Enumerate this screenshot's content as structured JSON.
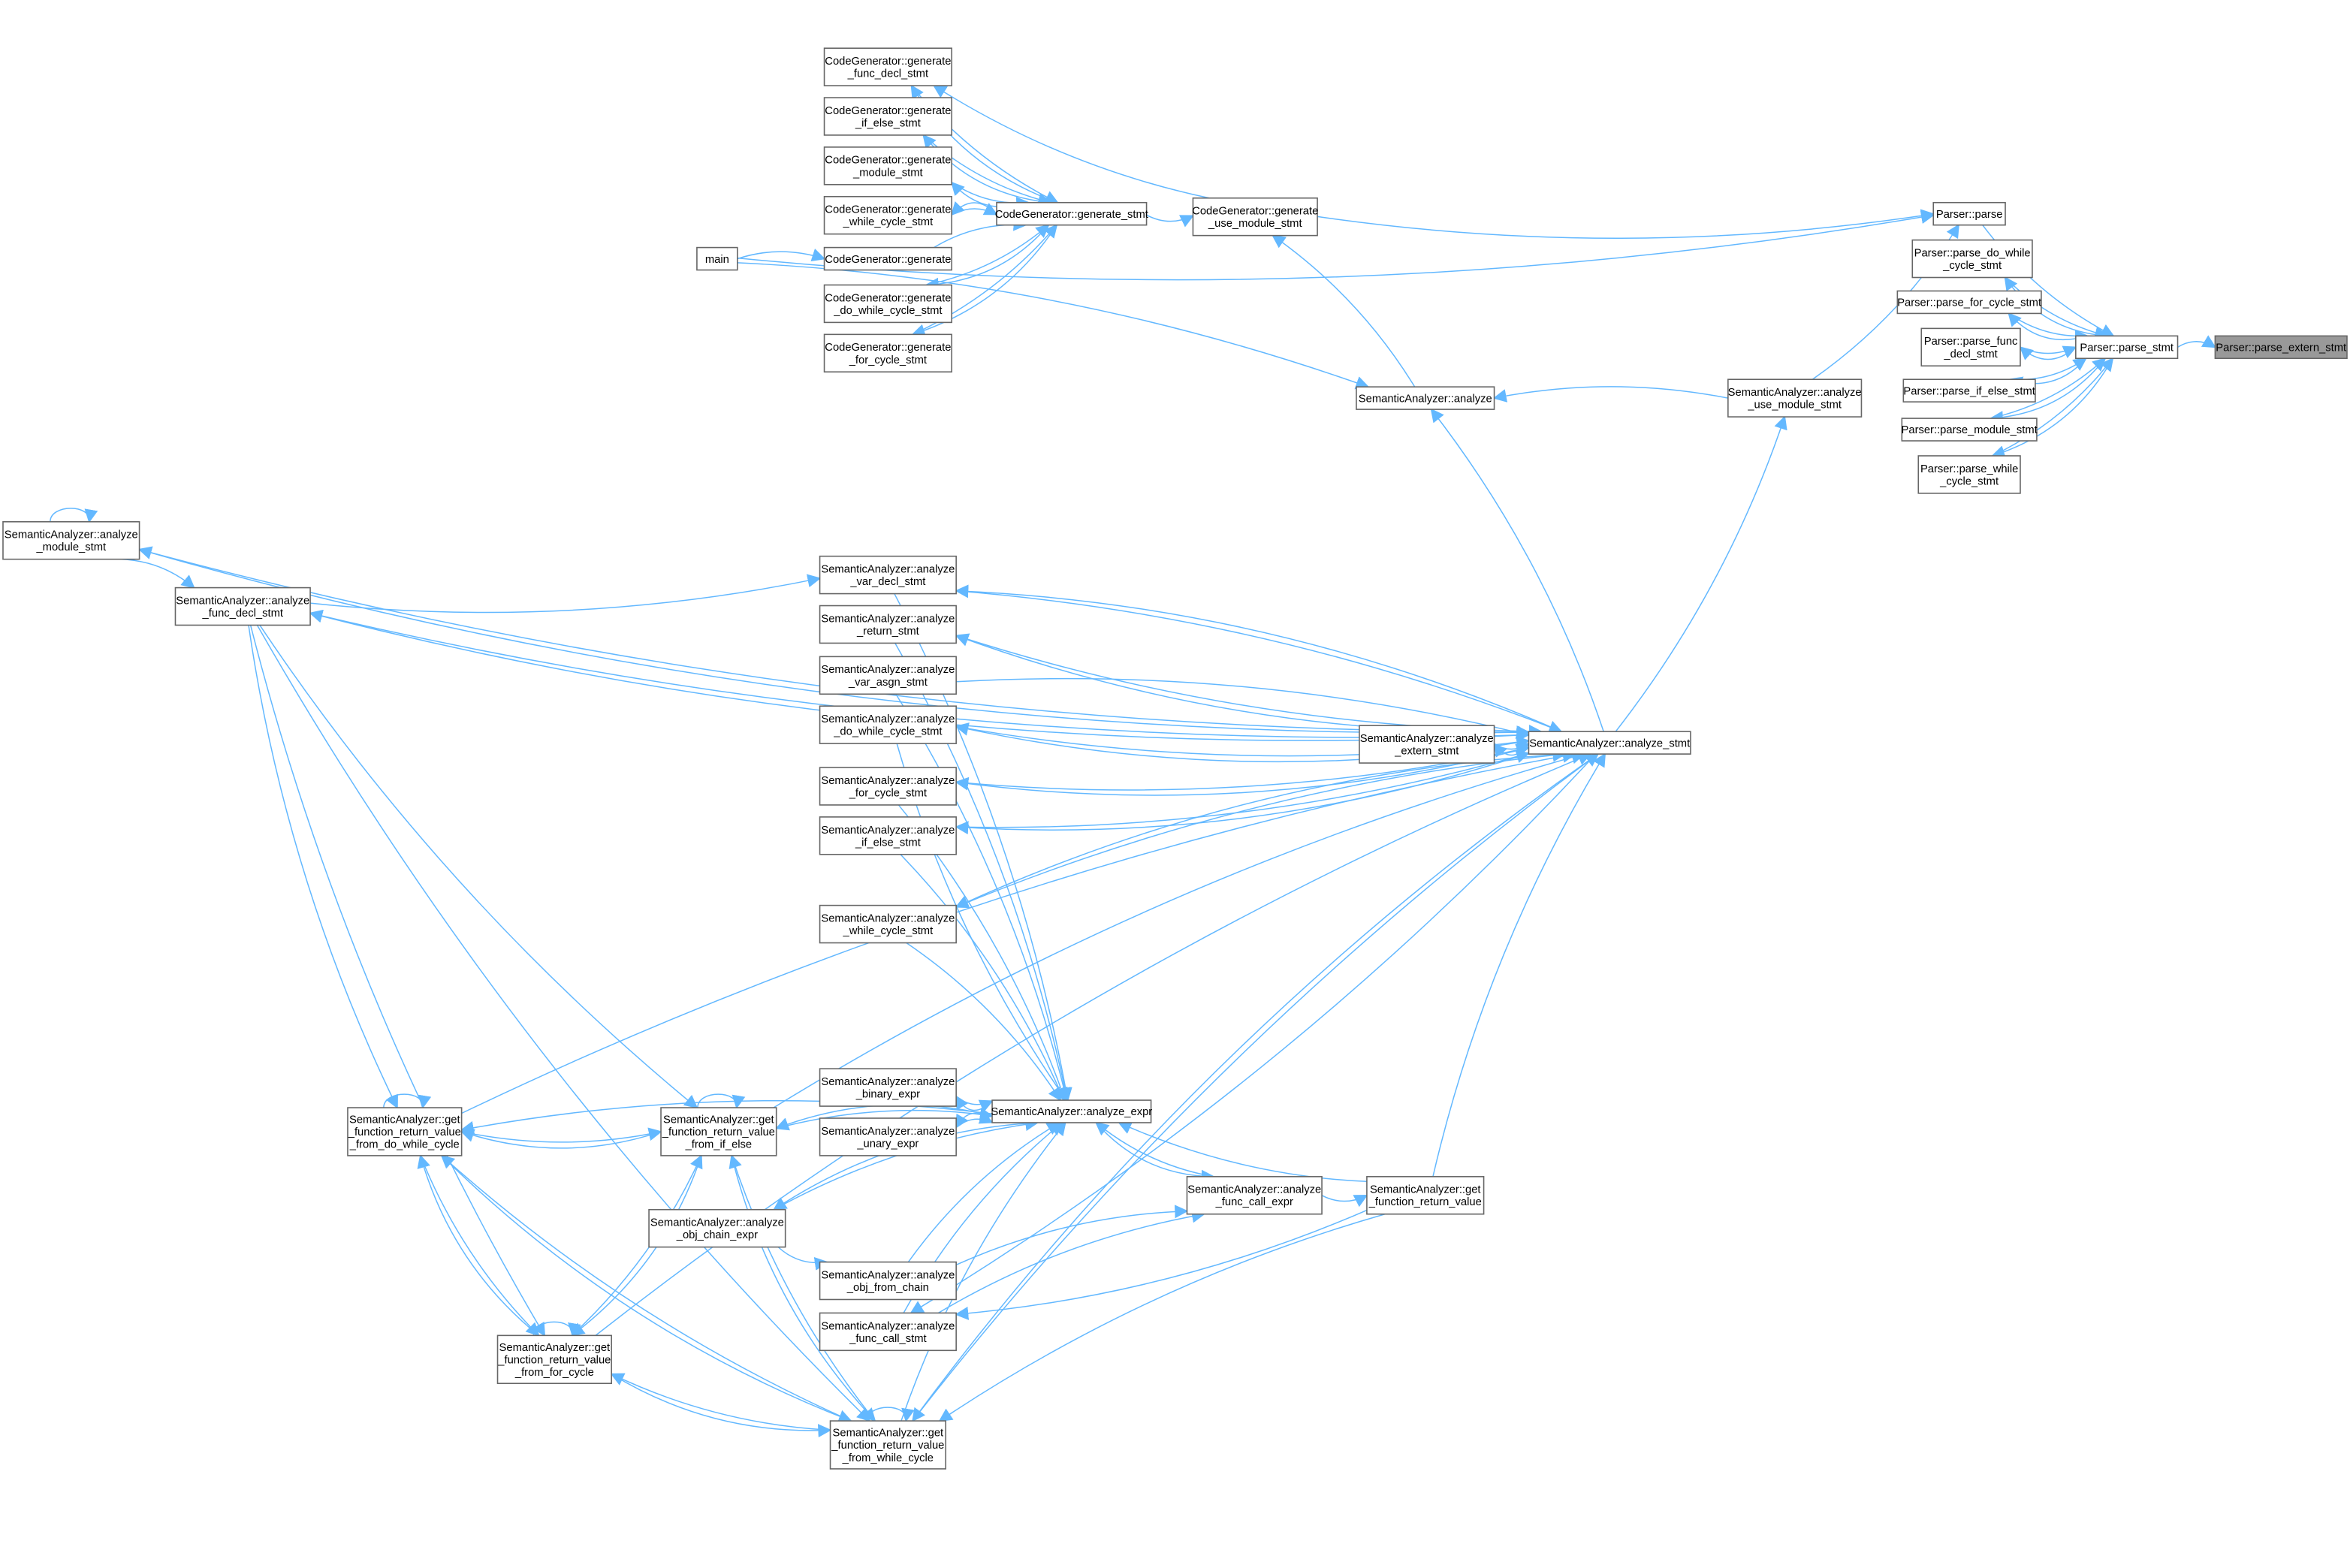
{
  "title": "Parser::parse_extern_stmt caller graph",
  "colors": {
    "edge": "#63b8ff",
    "focus_fill": "#999999",
    "node_border": "#666666"
  },
  "nodes": [
    {
      "id": "extern",
      "label": [
        "Parser::parse_extern_stmt"
      ],
      "focus": true
    },
    {
      "id": "parse_stmt",
      "label": [
        "Parser::parse_stmt"
      ]
    },
    {
      "id": "parse",
      "label": [
        "Parser::parse"
      ]
    },
    {
      "id": "p_do_while",
      "label": [
        "Parser::parse_do_while",
        "_cycle_stmt"
      ]
    },
    {
      "id": "p_for",
      "label": [
        "Parser::parse_for_cycle_stmt"
      ]
    },
    {
      "id": "p_func",
      "label": [
        "Parser::parse_func",
        "_decl_stmt"
      ]
    },
    {
      "id": "p_if",
      "label": [
        "Parser::parse_if_else_stmt"
      ]
    },
    {
      "id": "p_module",
      "label": [
        "Parser::parse_module_stmt"
      ]
    },
    {
      "id": "p_while",
      "label": [
        "Parser::parse_while",
        "_cycle_stmt"
      ]
    },
    {
      "id": "a_use_module",
      "label": [
        "SemanticAnalyzer::analyze",
        "_use_module_stmt"
      ]
    },
    {
      "id": "analyze",
      "label": [
        "SemanticAnalyzer::analyze"
      ]
    },
    {
      "id": "g_use_module",
      "label": [
        "CodeGenerator::generate",
        "_use_module_stmt"
      ]
    },
    {
      "id": "g_stmt",
      "label": [
        "CodeGenerator::generate_stmt"
      ]
    },
    {
      "id": "g_func",
      "label": [
        "CodeGenerator::generate",
        "_func_decl_stmt"
      ]
    },
    {
      "id": "g_if",
      "label": [
        "CodeGenerator::generate",
        "_if_else_stmt"
      ]
    },
    {
      "id": "g_module",
      "label": [
        "CodeGenerator::generate",
        "_module_stmt"
      ]
    },
    {
      "id": "g_while",
      "label": [
        "CodeGenerator::generate",
        "_while_cycle_stmt"
      ]
    },
    {
      "id": "generate",
      "label": [
        "CodeGenerator::generate"
      ]
    },
    {
      "id": "g_do_while",
      "label": [
        "CodeGenerator::generate",
        "_do_while_cycle_stmt"
      ]
    },
    {
      "id": "g_for",
      "label": [
        "CodeGenerator::generate",
        "_for_cycle_stmt"
      ]
    },
    {
      "id": "main",
      "label": [
        "main"
      ]
    },
    {
      "id": "a_module",
      "label": [
        "SemanticAnalyzer::analyze",
        "_module_stmt"
      ]
    },
    {
      "id": "a_func_decl",
      "label": [
        "SemanticAnalyzer::analyze",
        "_func_decl_stmt"
      ]
    },
    {
      "id": "a_var_decl",
      "label": [
        "SemanticAnalyzer::analyze",
        "_var_decl_stmt"
      ]
    },
    {
      "id": "a_return",
      "label": [
        "SemanticAnalyzer::analyze",
        "_return_stmt"
      ]
    },
    {
      "id": "a_var_asgn",
      "label": [
        "SemanticAnalyzer::analyze",
        "_var_asgn_stmt"
      ]
    },
    {
      "id": "a_do_while",
      "label": [
        "SemanticAnalyzer::analyze",
        "_do_while_cycle_stmt"
      ]
    },
    {
      "id": "a_extern",
      "label": [
        "SemanticAnalyzer::analyze",
        "_extern_stmt"
      ]
    },
    {
      "id": "a_stmt",
      "label": [
        "SemanticAnalyzer::analyze_stmt"
      ]
    },
    {
      "id": "a_for",
      "label": [
        "SemanticAnalyzer::analyze",
        "_for_cycle_stmt"
      ]
    },
    {
      "id": "a_if",
      "label": [
        "SemanticAnalyzer::analyze",
        "_if_else_stmt"
      ]
    },
    {
      "id": "a_while",
      "label": [
        "SemanticAnalyzer::analyze",
        "_while_cycle_stmt"
      ]
    },
    {
      "id": "a_binary",
      "label": [
        "SemanticAnalyzer::analyze",
        "_binary_expr"
      ]
    },
    {
      "id": "a_unary",
      "label": [
        "SemanticAnalyzer::analyze",
        "_unary_expr"
      ]
    },
    {
      "id": "a_expr",
      "label": [
        "SemanticAnalyzer::analyze_expr"
      ]
    },
    {
      "id": "frv_do_while",
      "label": [
        "SemanticAnalyzer::get",
        "_function_return_value",
        "_from_do_while_cycle"
      ]
    },
    {
      "id": "frv_if",
      "label": [
        "SemanticAnalyzer::get",
        "_function_return_value",
        "_from_if_else"
      ]
    },
    {
      "id": "a_obj_chain",
      "label": [
        "SemanticAnalyzer::analyze",
        "_obj_chain_expr"
      ]
    },
    {
      "id": "a_func_call_expr",
      "label": [
        "SemanticAnalyzer::analyze",
        "_func_call_expr"
      ]
    },
    {
      "id": "frv",
      "label": [
        "SemanticAnalyzer::get",
        "_function_return_value"
      ]
    },
    {
      "id": "a_obj_from_chain",
      "label": [
        "SemanticAnalyzer::analyze",
        "_obj_from_chain"
      ]
    },
    {
      "id": "a_func_call_stmt",
      "label": [
        "SemanticAnalyzer::analyze",
        "_func_call_stmt"
      ]
    },
    {
      "id": "frv_for",
      "label": [
        "SemanticAnalyzer::get",
        "_function_return_value",
        "_from_for_cycle"
      ]
    },
    {
      "id": "frv_while",
      "label": [
        "SemanticAnalyzer::get",
        "_function_return_value",
        "_from_while_cycle"
      ]
    }
  ],
  "edges": [
    [
      "parse_stmt",
      "extern"
    ],
    [
      "parse",
      "parse_stmt"
    ],
    [
      "p_do_while",
      "parse_stmt"
    ],
    [
      "parse_stmt",
      "p_do_while"
    ],
    [
      "p_for",
      "parse_stmt"
    ],
    [
      "parse_stmt",
      "p_for"
    ],
    [
      "p_func",
      "parse_stmt"
    ],
    [
      "parse_stmt",
      "p_func"
    ],
    [
      "p_if",
      "parse_stmt"
    ],
    [
      "parse_stmt",
      "p_if"
    ],
    [
      "p_module",
      "parse_stmt"
    ],
    [
      "parse_stmt",
      "p_module"
    ],
    [
      "p_while",
      "parse_stmt"
    ],
    [
      "parse_stmt",
      "p_while"
    ],
    [
      "g_use_module",
      "parse"
    ],
    [
      "main",
      "parse"
    ],
    [
      "a_use_module",
      "parse"
    ],
    [
      "g_stmt",
      "g_use_module"
    ],
    [
      "g_use_module",
      "g_func"
    ],
    [
      "g_func",
      "g_stmt"
    ],
    [
      "g_stmt",
      "g_func"
    ],
    [
      "g_if",
      "g_stmt"
    ],
    [
      "g_stmt",
      "g_if"
    ],
    [
      "g_module",
      "g_stmt"
    ],
    [
      "g_stmt",
      "g_module"
    ],
    [
      "g_while",
      "g_stmt"
    ],
    [
      "g_stmt",
      "g_while"
    ],
    [
      "generate",
      "g_stmt"
    ],
    [
      "main",
      "generate"
    ],
    [
      "g_do_while",
      "g_stmt"
    ],
    [
      "g_stmt",
      "g_do_while"
    ],
    [
      "g_for",
      "g_stmt"
    ],
    [
      "g_stmt",
      "g_for"
    ],
    [
      "analyze",
      "g_use_module"
    ],
    [
      "a_use_module",
      "analyze"
    ],
    [
      "main",
      "analyze"
    ],
    [
      "a_stmt",
      "a_use_module"
    ],
    [
      "a_stmt",
      "analyze"
    ],
    [
      "a_module",
      "a_stmt"
    ],
    [
      "a_stmt",
      "a_module"
    ],
    [
      "a_module",
      "a_module"
    ],
    [
      "a_module",
      "a_func_decl"
    ],
    [
      "a_func_decl",
      "a_stmt"
    ],
    [
      "a_stmt",
      "a_func_decl"
    ],
    [
      "a_func_decl",
      "a_var_decl"
    ],
    [
      "a_var_decl",
      "a_stmt"
    ],
    [
      "a_stmt",
      "a_var_decl"
    ],
    [
      "a_return",
      "a_stmt"
    ],
    [
      "a_stmt",
      "a_return"
    ],
    [
      "a_var_asgn",
      "a_stmt"
    ],
    [
      "a_do_while",
      "a_stmt"
    ],
    [
      "a_stmt",
      "a_do_while"
    ],
    [
      "a_extern",
      "a_stmt"
    ],
    [
      "a_stmt",
      "a_extern"
    ],
    [
      "a_for",
      "a_stmt"
    ],
    [
      "a_stmt",
      "a_for"
    ],
    [
      "a_if",
      "a_stmt"
    ],
    [
      "a_stmt",
      "a_if"
    ],
    [
      "a_while",
      "a_stmt"
    ],
    [
      "a_stmt",
      "a_while"
    ],
    [
      "a_var_decl",
      "a_expr"
    ],
    [
      "a_return",
      "a_expr"
    ],
    [
      "a_var_asgn",
      "a_expr"
    ],
    [
      "a_do_while",
      "a_expr"
    ],
    [
      "a_for",
      "a_expr"
    ],
    [
      "a_if",
      "a_expr"
    ],
    [
      "a_while",
      "a_expr"
    ],
    [
      "a_binary",
      "a_expr"
    ],
    [
      "a_expr",
      "a_binary"
    ],
    [
      "a_unary",
      "a_expr"
    ],
    [
      "a_expr",
      "a_unary"
    ],
    [
      "frv_do_while",
      "frv_do_while"
    ],
    [
      "frv_do_while",
      "frv_if"
    ],
    [
      "frv_if",
      "frv_do_while"
    ],
    [
      "frv_if",
      "frv_if"
    ],
    [
      "frv_if",
      "a_expr"
    ],
    [
      "a_expr",
      "frv_if"
    ],
    [
      "frv_do_while",
      "a_stmt"
    ],
    [
      "a_expr",
      "frv_do_while"
    ],
    [
      "frv_do_while",
      "frv_for"
    ],
    [
      "frv_for",
      "frv_do_while"
    ],
    [
      "frv_for",
      "frv_for"
    ],
    [
      "frv_for",
      "frv_if"
    ],
    [
      "frv_if",
      "frv_for"
    ],
    [
      "frv_while",
      "frv_while"
    ],
    [
      "frv_while",
      "frv_for"
    ],
    [
      "frv_for",
      "frv_while"
    ],
    [
      "frv_while",
      "frv_do_while"
    ],
    [
      "frv_do_while",
      "frv_while"
    ],
    [
      "frv_while",
      "frv_if"
    ],
    [
      "frv_if",
      "frv_while"
    ],
    [
      "a_func_decl",
      "frv_do_while"
    ],
    [
      "a_func_decl",
      "frv_for"
    ],
    [
      "a_func_decl",
      "frv_while"
    ],
    [
      "a_func_decl",
      "frv_if"
    ],
    [
      "a_obj_chain",
      "a_expr"
    ],
    [
      "a_expr",
      "a_obj_chain"
    ],
    [
      "a_obj_chain",
      "a_obj_from_chain"
    ],
    [
      "a_obj_from_chain",
      "a_func_call_expr"
    ],
    [
      "a_func_call_stmt",
      "a_func_call_expr"
    ],
    [
      "a_func_call_expr",
      "a_expr"
    ],
    [
      "a_expr",
      "a_func_call_expr"
    ],
    [
      "a_func_call_expr",
      "frv"
    ],
    [
      "frv",
      "a_expr"
    ],
    [
      "frv",
      "a_stmt"
    ],
    [
      "frv",
      "frv_while"
    ],
    [
      "frv",
      "a_func_call_stmt"
    ],
    [
      "a_obj_from_chain",
      "a_expr"
    ],
    [
      "a_func_call_stmt",
      "a_expr"
    ],
    [
      "a_stmt",
      "a_func_call_stmt"
    ],
    [
      "frv_while",
      "a_expr"
    ],
    [
      "frv_while",
      "a_stmt"
    ],
    [
      "a_stmt",
      "frv_while"
    ],
    [
      "frv_for",
      "a_stmt"
    ],
    [
      "frv_if",
      "a_stmt"
    ]
  ]
}
